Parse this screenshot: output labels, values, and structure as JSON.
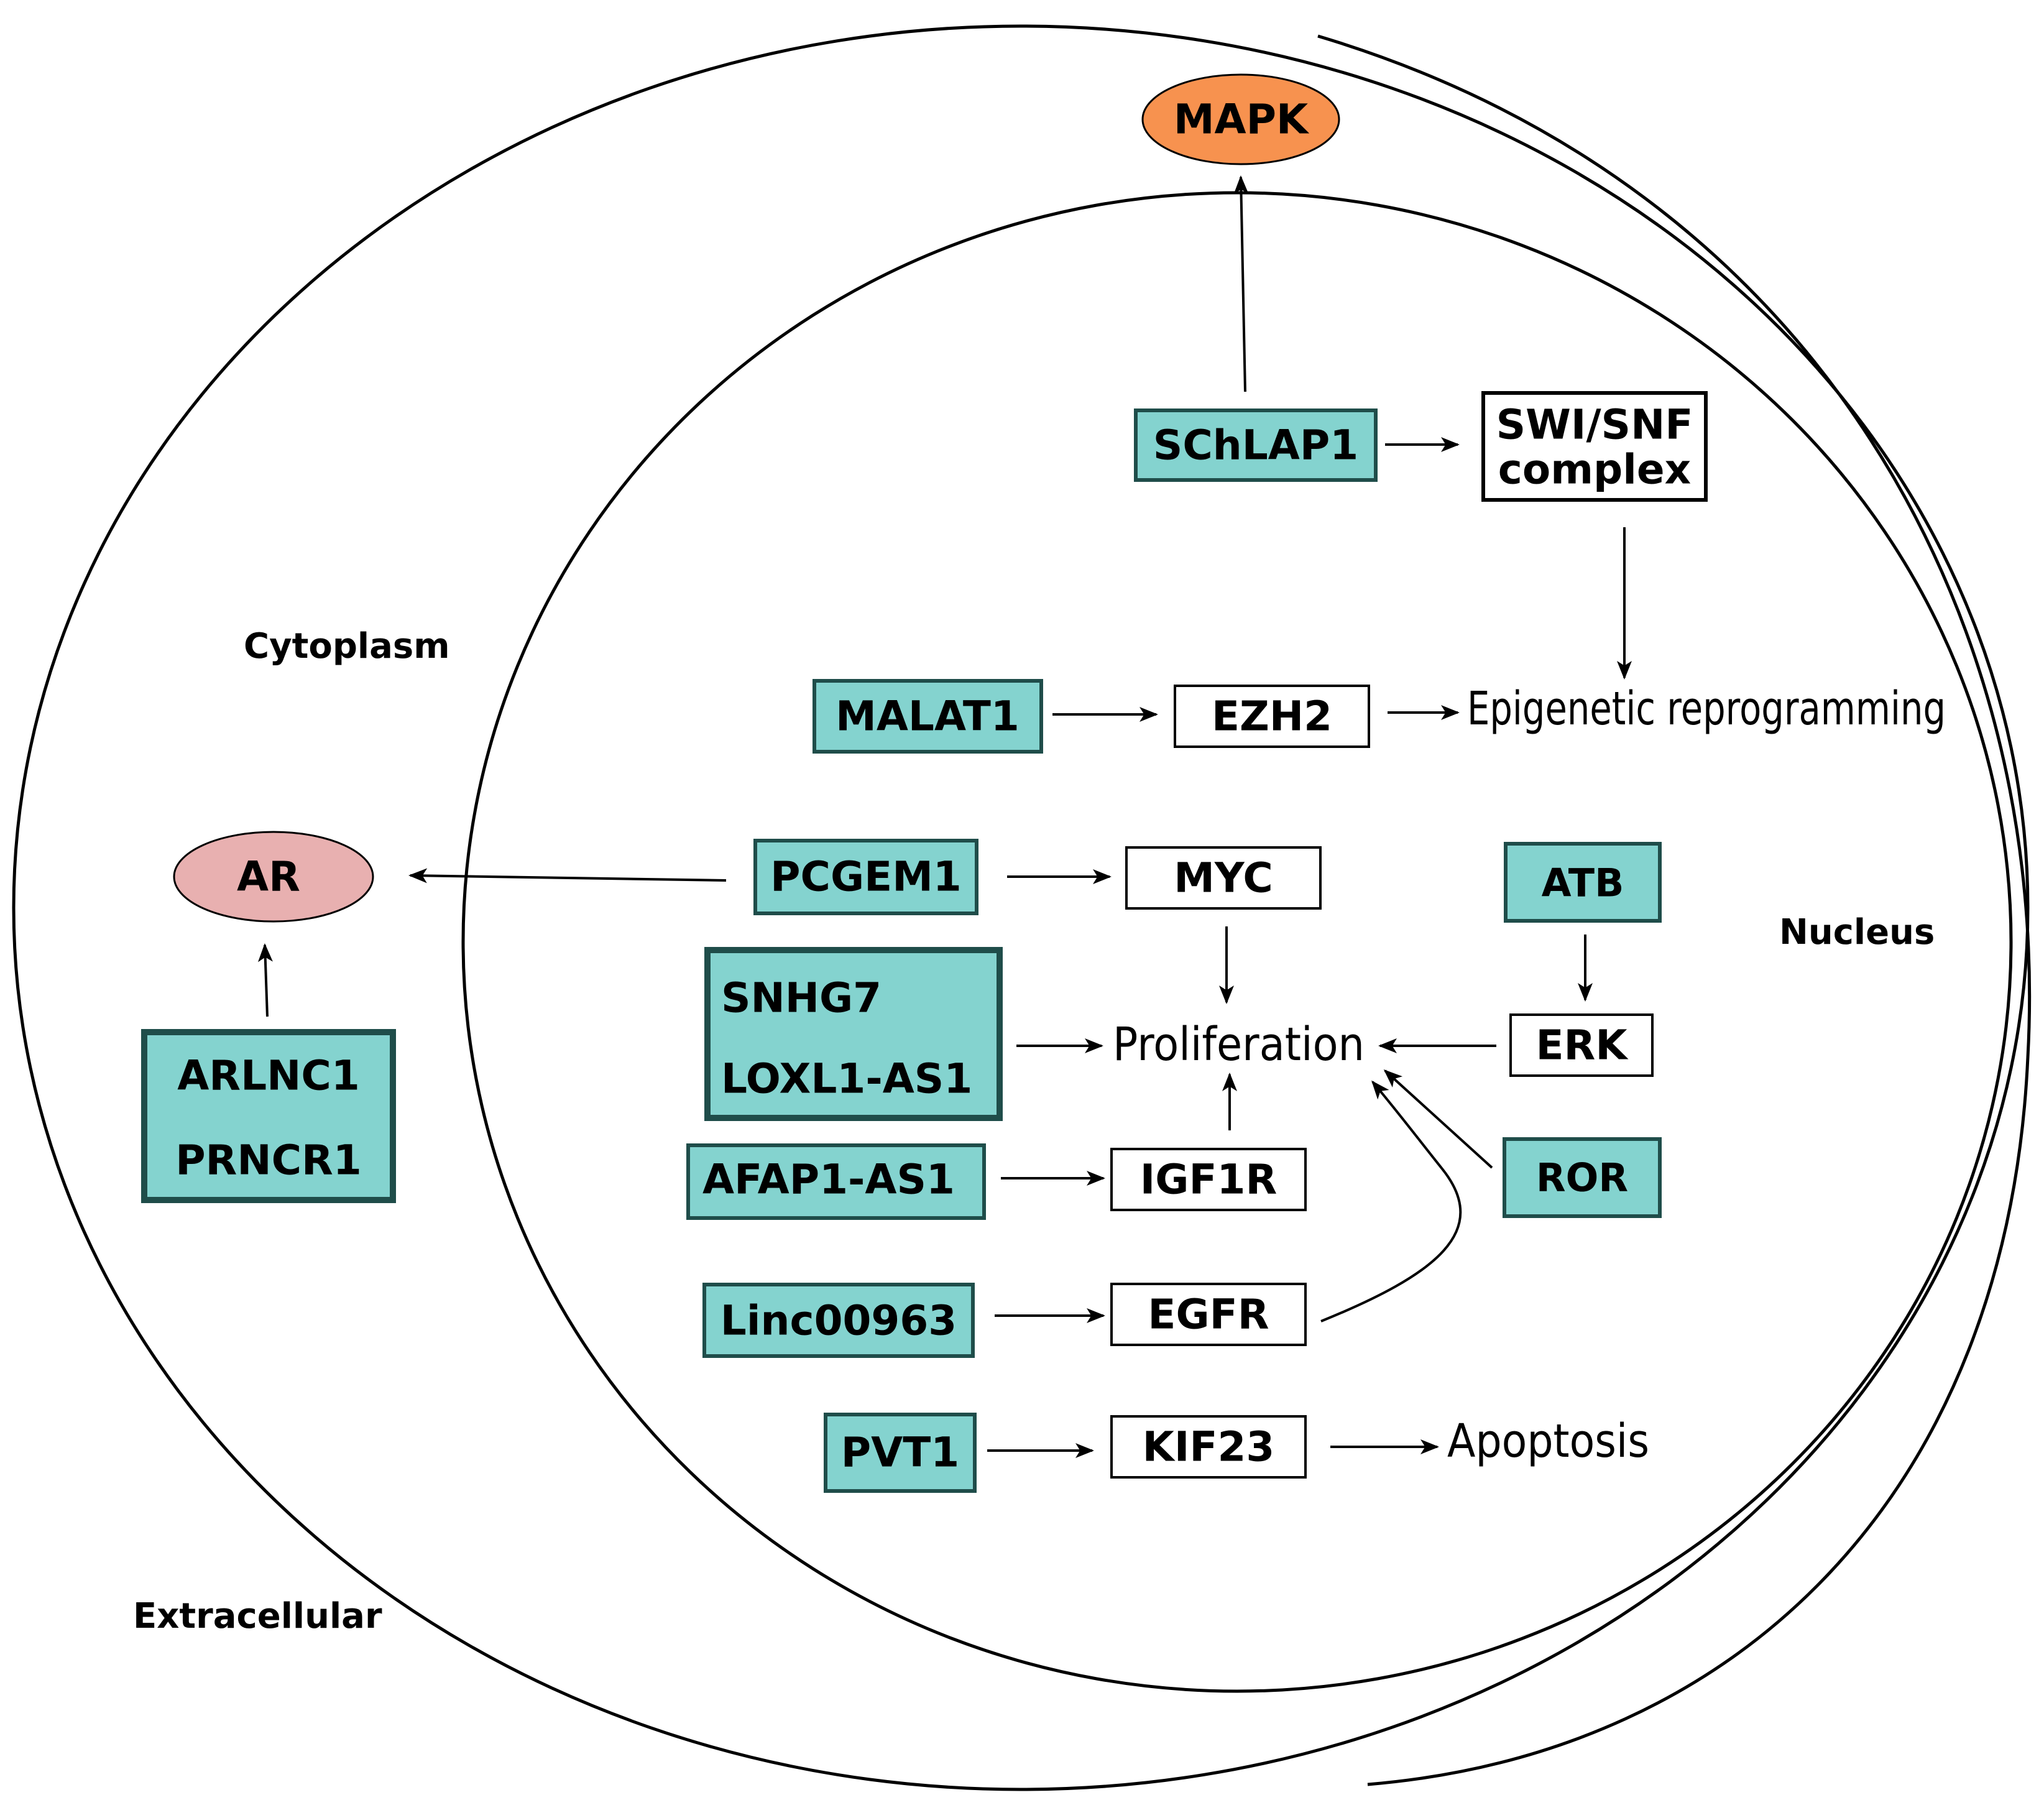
{
  "colors": {
    "lncrna_fill": "#84d3cf",
    "lncrna_stroke": "#1f4d4a",
    "mapk_fill": "#f7924f",
    "ar_fill": "#e8b0b0",
    "line": "#000000"
  },
  "compartments": {
    "extracellular": "Extracellular",
    "cytoplasm": "Cytoplasm",
    "nucleus": "Nucleus"
  },
  "nodes": {
    "mapk": "MAPK",
    "ar": "AR",
    "schlap1": "SChLAP1",
    "swi_snf_line1": "SWI/SNF",
    "swi_snf_line2": "complex",
    "malat1": "MALAT1",
    "ezh2": "EZH2",
    "pcgem1": "PCGEM1",
    "myc": "MYC",
    "atb": "ATB",
    "erk": "ERK",
    "snhg7": "SNHG7",
    "loxl1_as1": "LOXL1-AS1",
    "arlnc1": "ARLNC1",
    "prncr1": "PRNCR1",
    "afap1_as1": "AFAP1-AS1",
    "igf1r": "IGF1R",
    "ror": "ROR",
    "linc00963": "Linc00963",
    "egfr": "EGFR",
    "pvt1": "PVT1",
    "kif23": "KIF23"
  },
  "outcomes": {
    "epigenetic": "Epigenetic reprogramming",
    "proliferation": "Proliferation",
    "apoptosis": "Apoptosis"
  }
}
